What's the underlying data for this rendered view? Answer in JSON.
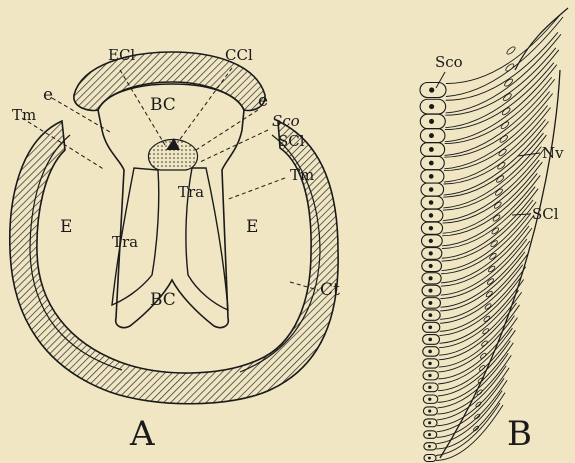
{
  "figure": {
    "panel_a": {
      "letter": "A",
      "labels": {
        "ECl": "ECl",
        "CCl": "CCl",
        "e_left": "e",
        "e_right": "e",
        "BC_top": "BC",
        "Sco": "Sco",
        "SCl": "SCl",
        "Tm_left": "Tm",
        "Tm_right": "Tm",
        "Tra_left": "Tra",
        "Tra_right": "Tra",
        "E_left": "E",
        "E_right": "E",
        "BC_bottom": "BC",
        "Ct": "Ct"
      }
    },
    "panel_b": {
      "letter": "B",
      "labels": {
        "Sco": "Sco",
        "Nv": "Nv",
        "SCl": "SCl"
      }
    }
  },
  "colors": {
    "background": "#f0e6c4",
    "ink": "#1a1a1a"
  }
}
